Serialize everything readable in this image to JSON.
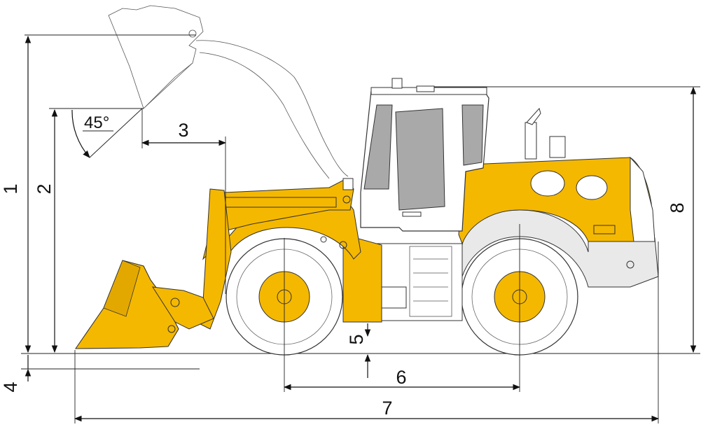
{
  "angle_label": "45°",
  "dimensions": [
    {
      "id": "1",
      "label": "1"
    },
    {
      "id": "2",
      "label": "2"
    },
    {
      "id": "3",
      "label": "3"
    },
    {
      "id": "4",
      "label": "4"
    },
    {
      "id": "5",
      "label": "5"
    },
    {
      "id": "6",
      "label": "6"
    },
    {
      "id": "7",
      "label": "7"
    },
    {
      "id": "8",
      "label": "8"
    }
  ],
  "colors": {
    "machine_body": "#f5b800",
    "wheel_hub": "#f5b800",
    "tyre": "#ffffff",
    "cab_glass": "#a9a9a9",
    "line": "#111111"
  }
}
